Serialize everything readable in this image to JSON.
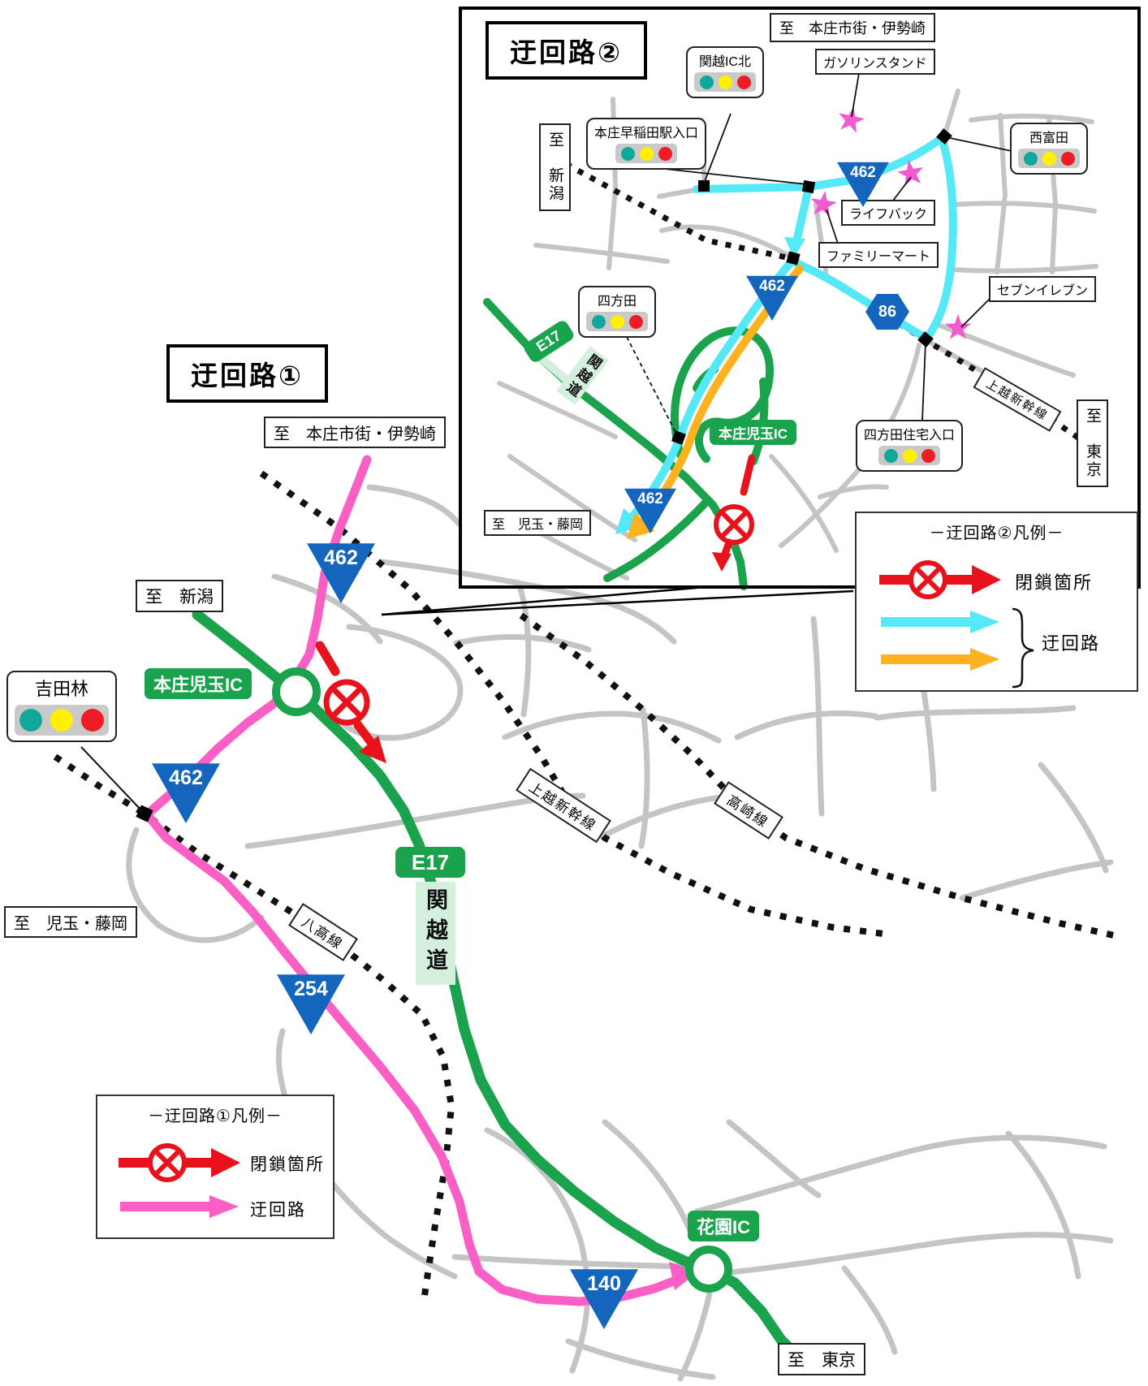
{
  "inset": {
    "title": "迂回路②",
    "to_honjo": "至　本庄市街・伊勢崎",
    "to_niigata": "至　新潟",
    "to_tokyo": "至　東京",
    "to_kodama": "至　児玉・藤岡",
    "shinkansen": "上越新幹線",
    "signals": {
      "kanetsu_ic_kita": "関越IC北",
      "waseda": "本庄早稲田駅入口",
      "nishitomita": "西富田",
      "yomoda": "四方田",
      "yomoda_jutaku": "四方田住宅入口"
    },
    "pois": {
      "gas": "ガソリンスタンド",
      "lifeback": "ライフバック",
      "familymart": "ファミリーマート",
      "seveneleven": "セブンイレブン"
    },
    "ic": "本庄児玉IC",
    "e17": "E17",
    "kanetsudo": "関越道",
    "r462": "462",
    "r86": "86",
    "legend": {
      "title": "－迂回路②凡例－",
      "closure": "閉鎖箇所",
      "detour": "迂回路"
    }
  },
  "main": {
    "title": "迂回路①",
    "to_honjo": "至　本庄市街・伊勢崎",
    "to_niigata": "至　新潟",
    "to_tokyo": "至　東京",
    "to_kodama": "至　児玉・藤岡",
    "shinkansen": "上越新幹線",
    "takasaki": "高崎線",
    "hachiko": "八高線",
    "signal_yoshidabayashi": "吉田林",
    "ic_honjo": "本庄児玉IC",
    "ic_hanazono": "花園IC",
    "e17": "E17",
    "kanetsudo": "関越道",
    "r462": "462",
    "r254": "254",
    "r140": "140",
    "legend": {
      "title": "－迂回路①凡例－",
      "closure": "閉鎖箇所",
      "detour": "迂回路"
    }
  },
  "colors": {
    "expressway_green": "#1aa34c",
    "detour_pink": "#f95fc5",
    "detour_cyan": "#55e9f7",
    "detour_orange": "#ffb220",
    "closure_red": "#e8121c",
    "route_shield_blue": "#1465bc",
    "minor_road_gray": "#c4c4c4",
    "star_pink": "#f25ad0",
    "signal_green": "#12a79b",
    "signal_yellow": "#fff100",
    "signal_red": "#ee1c25"
  }
}
